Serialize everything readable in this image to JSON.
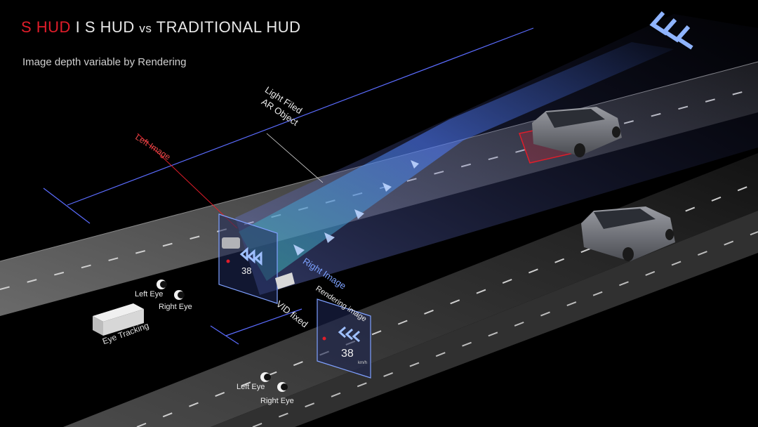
{
  "title": {
    "brand": "S HUD",
    "separator": "I",
    "part1": "S HUD",
    "vs": "vs",
    "part2": "TRADITIONAL HUD"
  },
  "subtitle": "Image depth variable by Rendering",
  "labels": {
    "light_field": "Light Filed",
    "ar_object": "AR Object",
    "left_image": "Left Image",
    "right_image": "Right Image",
    "vid_fixed": "VID fixed",
    "rendering_image": "Rendering image",
    "eye_tracking": "Eye Tracking",
    "left_eye_1": "Left Eye",
    "right_eye_1": "Right Eye",
    "left_eye_2": "Left Eye",
    "right_eye_2": "Right Eye"
  },
  "hud": {
    "speed": "38",
    "speed_unit": "km/h"
  },
  "colors": {
    "accent_red": "#e11d2a",
    "beam_blue": "#4f7dff",
    "beam_teal": "#3bb9a8",
    "road": "#5e5e5e"
  },
  "icons": [
    "chevron-left-icon",
    "chevron-up-icon",
    "car-icon",
    "eye-icon"
  ]
}
